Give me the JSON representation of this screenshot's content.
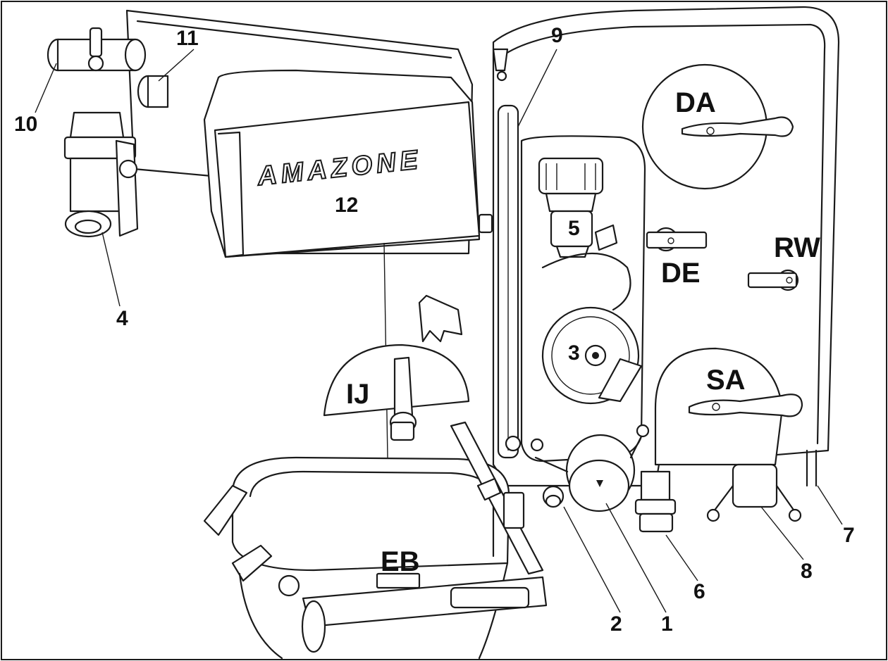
{
  "labels": {
    "n1": "1",
    "n2": "2",
    "n3": "3",
    "n4": "4",
    "n5": "5",
    "n6": "6",
    "n7": "7",
    "n8": "8",
    "n9": "9",
    "n10": "10",
    "n11": "11",
    "n12": "12",
    "da": "DA",
    "de": "DE",
    "rw": "RW",
    "sa": "SA",
    "ij": "IJ",
    "eb": "EB"
  },
  "brand": "AMAZONE",
  "colors": {
    "line": "#1a1a1a",
    "fill": "#ffffff",
    "shade": "#cfcfcf"
  }
}
